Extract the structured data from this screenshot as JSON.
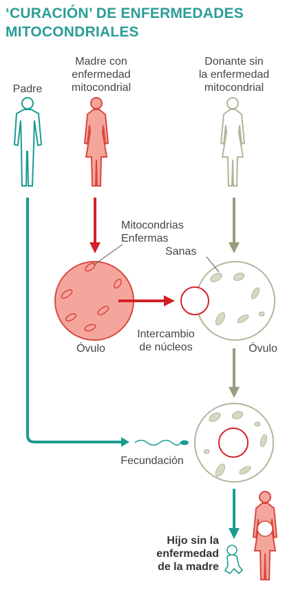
{
  "title": {
    "line1": "‘CURACIÓN’ DE ENFERMEDADES",
    "line2": "MITOCONDRIALES"
  },
  "labels": {
    "padre": "Padre",
    "madre": [
      "Madre con",
      "enfermedad",
      "mitocondrial"
    ],
    "donante": [
      "Donante sin",
      "la enfermedad",
      "mitocondrial"
    ],
    "mitocondrias": [
      "Mitocondrias",
      "Enfermas"
    ],
    "sanas": "Sanas",
    "ovulo_left": "Óvulo",
    "ovulo_right": "Óvulo",
    "intercambio": [
      "Intercambio",
      "de núcleos"
    ],
    "fecundacion": "Fecundación",
    "hijo": [
      "Hijo sin la",
      "enfermedad",
      "de la madre"
    ]
  },
  "colors": {
    "teal": "#1a9b91",
    "red": "#d32027",
    "olive": "#9a9a7c",
    "pink_fill": "#f5a69c",
    "pink_stroke": "#d9473e",
    "beige_fill": "#d8d8c4"
  },
  "icons": [
    "father-figure-icon",
    "mother-figure-icon",
    "donor-figure-icon",
    "pregnant-mother-icon",
    "baby-icon",
    "sperm-icon"
  ]
}
